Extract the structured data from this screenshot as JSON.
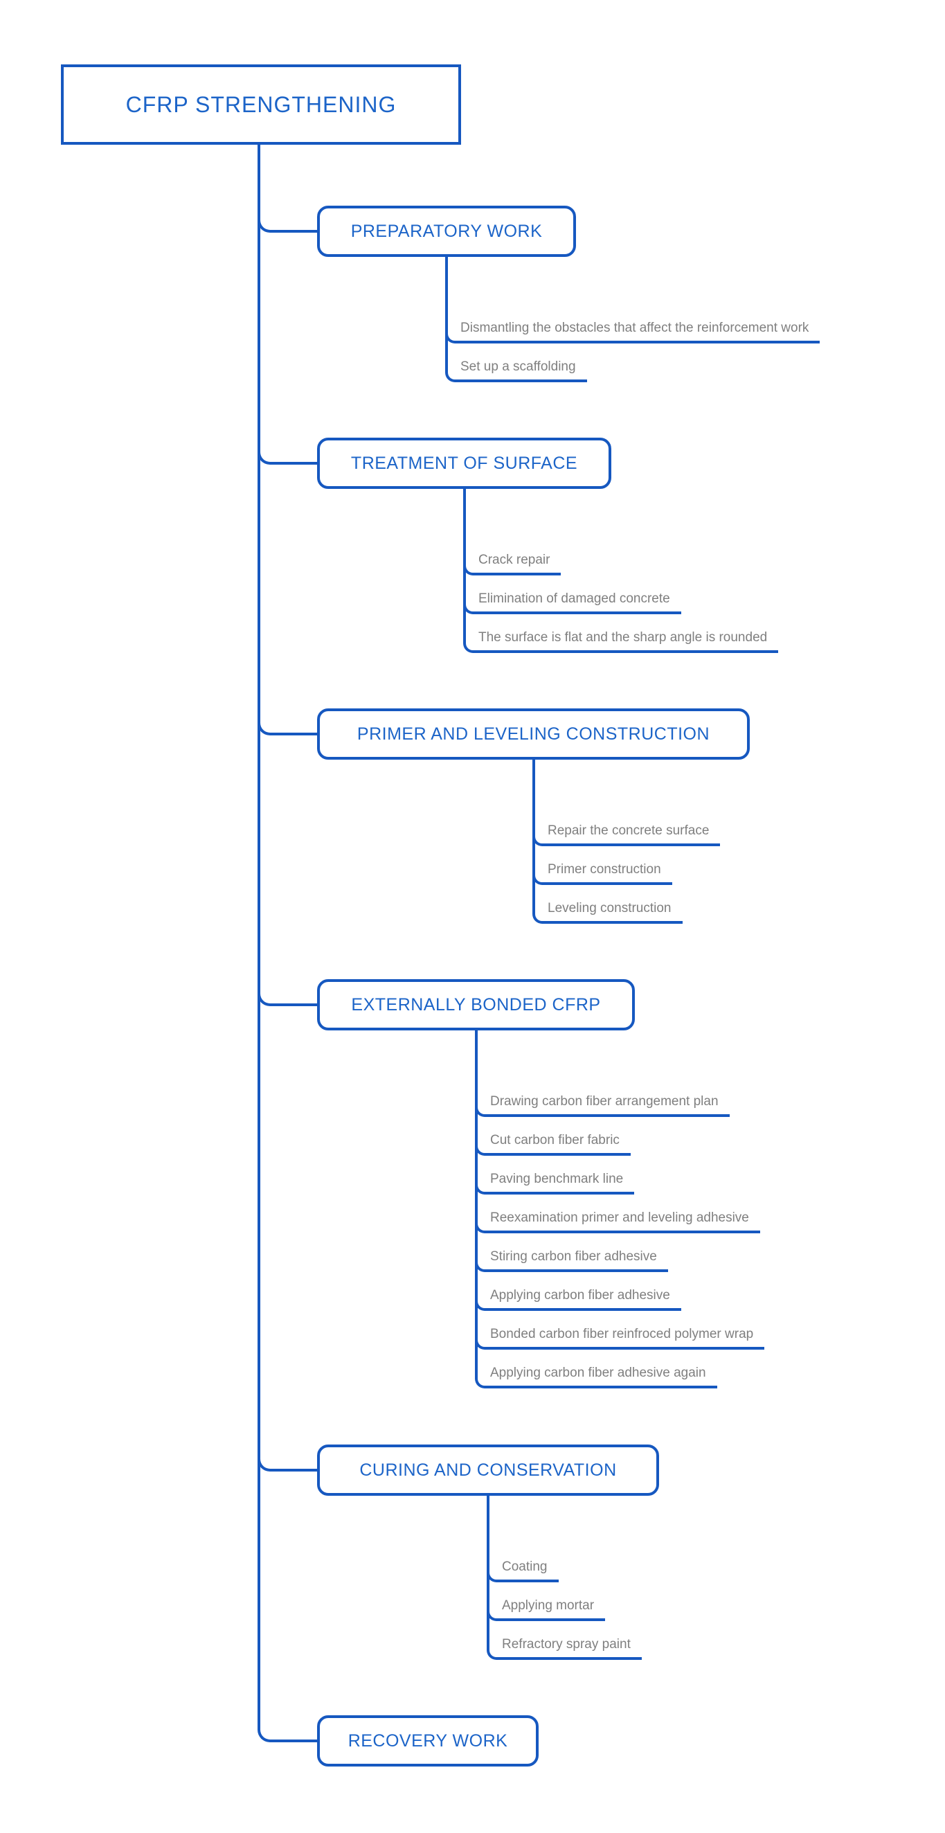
{
  "title": "CFRP STRENGTHENING",
  "root": {
    "label": "CFRP STRENGTHENING"
  },
  "branches": [
    {
      "label": "PREPARATORY WORK",
      "children": [
        "Dismantling the obstacles that affect the reinforcement work",
        "Set up a scaffolding"
      ]
    },
    {
      "label": "TREATMENT OF SURFACE",
      "children": [
        "Crack repair",
        "Elimination of damaged concrete",
        "The surface is flat and the sharp angle is rounded"
      ]
    },
    {
      "label": "PRIMER AND LEVELING CONSTRUCTION",
      "children": [
        "Repair the concrete surface",
        "Primer construction",
        "Leveling construction"
      ]
    },
    {
      "label": "EXTERNALLY BONDED CFRP",
      "children": [
        "Drawing carbon fiber arrangement plan",
        "Cut carbon fiber fabric",
        "Paving benchmark line",
        "Reexamination primer and leveling adhesive",
        "Stiring carbon fiber adhesive",
        "Applying carbon fiber adhesive",
        "Bonded carbon fiber reinfroced polymer wrap",
        "Applying carbon fiber adhesive again"
      ]
    },
    {
      "label": "CURING AND CONSERVATION",
      "children": [
        "Coating",
        "Applying mortar",
        "Refractory spray paint"
      ]
    },
    {
      "label": "RECOVERY WORK",
      "children": []
    }
  ],
  "colors": {
    "line_blue": "#1658C0",
    "label_blue": "#1C64C8",
    "leaf_gray": "#7f7f7f",
    "background": "#ffffff"
  }
}
